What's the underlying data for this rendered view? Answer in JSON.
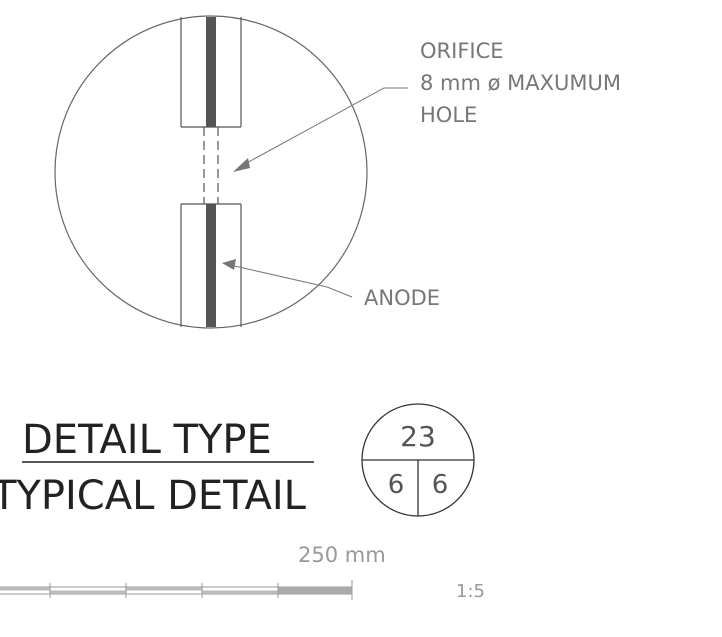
{
  "callouts": {
    "orifice_line1": "ORIFICE",
    "orifice_line2": "8 mm ø MAXUMUM",
    "orifice_line3": "HOLE",
    "anode": "ANODE"
  },
  "title_block": {
    "title": "DETAIL TYPE",
    "subtitle": "TYPICAL DETAIL",
    "detail_number": "23",
    "sheet_left": "6",
    "sheet_right": "6"
  },
  "scale_bar": {
    "length_label": "250 mm",
    "ratio": "1:5"
  },
  "colors": {
    "line": "#555555",
    "anode": "#555555",
    "callout_text": "#777777",
    "title_text": "#222222",
    "scale_text": "#999999",
    "scale_fill": "#bbbbbb"
  }
}
